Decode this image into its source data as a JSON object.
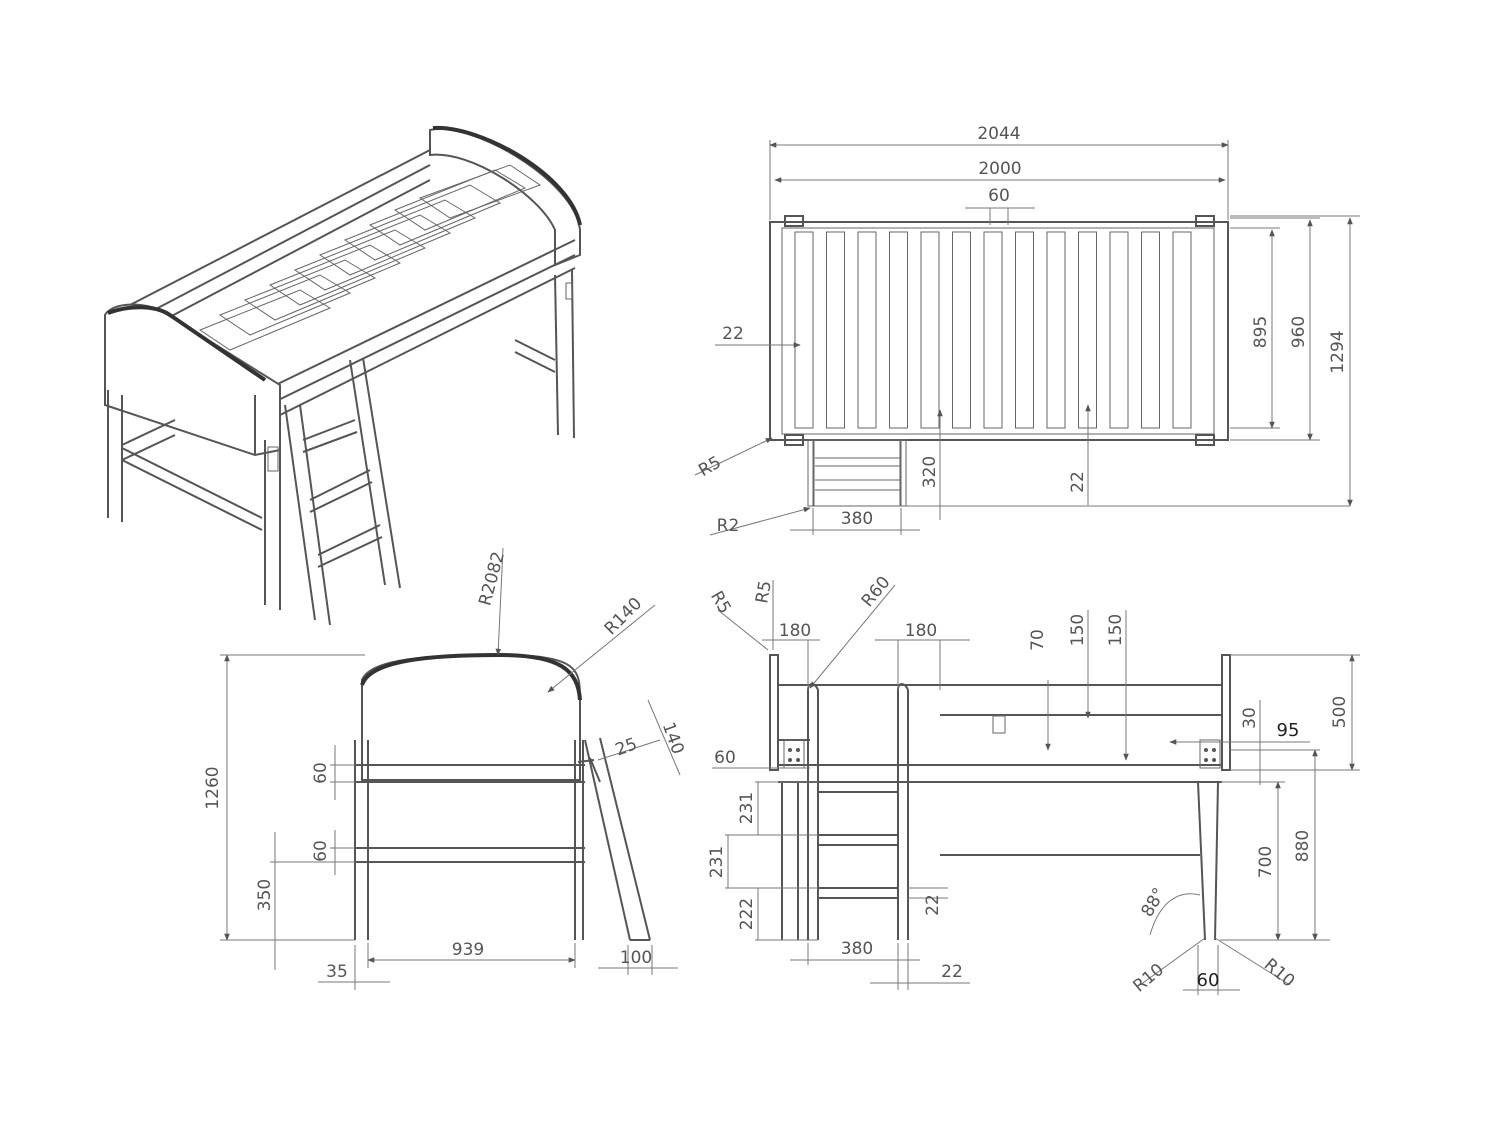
{
  "top_view": {
    "overall_length": "2044",
    "inner_length": "2000",
    "slat_gap": "60",
    "rail_thickness": "22",
    "corner_radius": "R5",
    "ladder_radius": "R2",
    "ladder_width": "380",
    "ladder_offset": "320",
    "end_gap": "22",
    "slat_length": "895",
    "inner_width": "960",
    "overall_width": "1294"
  },
  "end_view": {
    "arc_radius": "R2082",
    "corner_radius": "R140",
    "height": "1260",
    "rail_height_top": "60",
    "rail_height_low": "60",
    "low_rail_height": "350",
    "inner_width": "939",
    "leg_width": "35",
    "ladder_foot": "100",
    "ladder_bevel": "25",
    "ladder_top": "140"
  },
  "side_view": {
    "radius_a": "R5",
    "radius_b": "R5",
    "radius_c": "R60",
    "ladder_post": "180",
    "ladder_post_right": "180",
    "dim_70": "70",
    "dim_150_a": "150",
    "dim_150_b": "150",
    "guard_height": "500",
    "dim_30": "30",
    "dim_95": "95",
    "rail_60": "60",
    "step_231_a": "231",
    "step_231_b": "231",
    "step_222": "222",
    "step_22": "22",
    "ladder_width": "380",
    "ladder_thick": "22",
    "angle": "88°",
    "leg_radius_left": "R10",
    "leg_radius_right": "R10",
    "leg_width": "60",
    "deck_height": "700",
    "total_height": "880"
  }
}
